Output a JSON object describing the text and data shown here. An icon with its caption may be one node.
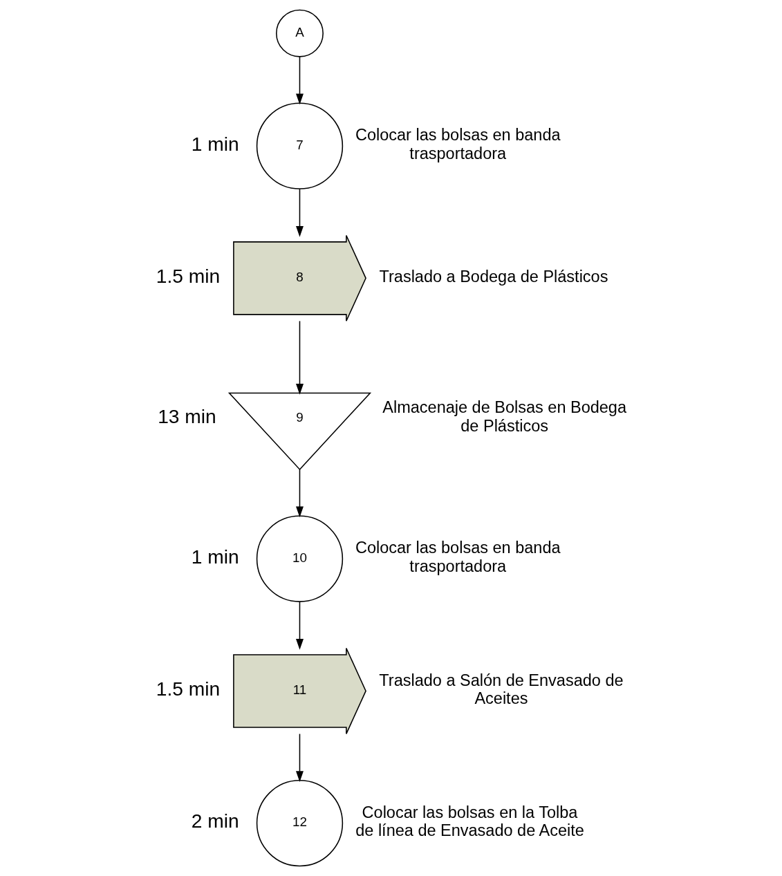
{
  "diagram": {
    "nodes": [
      {
        "text": [
          "A"
        ]
      },
      {
        "text": [
          "7"
        ],
        "beside": [
          "1 min",
          "Colocar las bolsas en banda trasportadora"
        ]
      },
      {
        "text": [
          "8"
        ],
        "beside": [
          "1.5 min",
          "Traslado a Bodega de Plásticos"
        ]
      },
      {
        "text": [
          "9"
        ],
        "beside": [
          "13 min",
          "Almacenaje de Bolsas en Bodega de Plásticos"
        ]
      },
      {
        "text": [
          "10"
        ],
        "beside": [
          "1 min",
          "Colocar las bolsas en banda trasportadora"
        ]
      },
      {
        "text": [
          "11"
        ],
        "beside": [
          "1.5 min",
          "Traslado a Salón de Envasado de Aceites"
        ]
      },
      {
        "text": [
          "12"
        ],
        "beside": [
          "2 min",
          "Colocar las bolsas en la Tolba de línea de Envasado de Aceite"
        ]
      }
    ],
    "edges": [
      {
        "from": 0,
        "to": 1,
        "arrow": "to"
      },
      {
        "from": 1,
        "to": 2,
        "arrow": "to"
      },
      {
        "from": 2,
        "to": 3,
        "arrow": "to"
      },
      {
        "from": 3,
        "to": 4,
        "arrow": "to"
      },
      {
        "from": 4,
        "to": 5,
        "arrow": "to"
      },
      {
        "from": 5,
        "to": 6,
        "arrow": "to"
      }
    ]
  }
}
